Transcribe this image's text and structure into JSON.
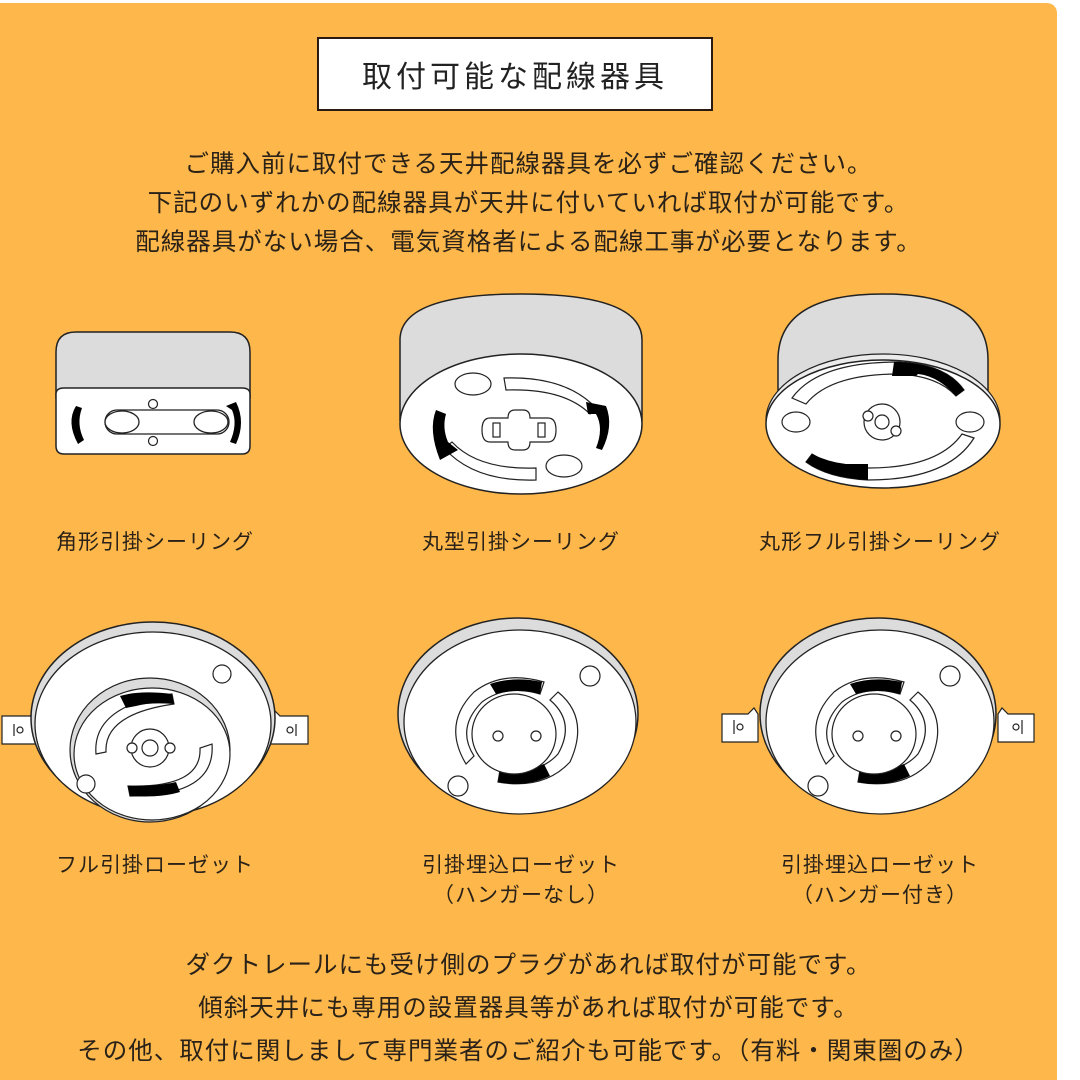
{
  "colors": {
    "background": "#FDB74A",
    "title_box": "#FFFFFF",
    "text": "#2A2218",
    "device_body": "#DCDCDC",
    "device_face": "#FFFFFF",
    "device_contact": "#000000"
  },
  "header": {
    "title": "取付可能な配線器具"
  },
  "intro": {
    "lines": [
      "ご購入前に取付できる天井配線器具を必ずご確認ください。",
      "下記のいずれかの配線器具が天井に付いていれば取付が可能です。",
      "配線器具がない場合、電気資格者による配線工事が必要となります。"
    ]
  },
  "devices": [
    {
      "icon": "square-ceiling-hook-icon",
      "label": "角形引掛シーリング"
    },
    {
      "icon": "round-ceiling-hook-icon",
      "label": "丸型引掛シーリング"
    },
    {
      "icon": "round-full-ceiling-hook-icon",
      "label": "丸形フル引掛シーリング"
    },
    {
      "icon": "full-hook-rosette-icon",
      "label": "フル引掛ローゼット"
    },
    {
      "icon": "embedded-rosette-no-hanger-icon",
      "label": "引掛埋込ローゼット",
      "sublabel": "（ハンガーなし）"
    },
    {
      "icon": "embedded-rosette-with-hanger-icon",
      "label": "引掛埋込ローゼット",
      "sublabel": "（ハンガー付き）"
    }
  ],
  "footer": {
    "lines": [
      "ダクトレールにも受け側のプラグがあれば取付が可能です。",
      "傾斜天井にも専用の設置器具等があれば取付が可能です。",
      "その他、取付に関しまして専門業者のご紹介も可能です。（有料・関東圏のみ）"
    ]
  }
}
